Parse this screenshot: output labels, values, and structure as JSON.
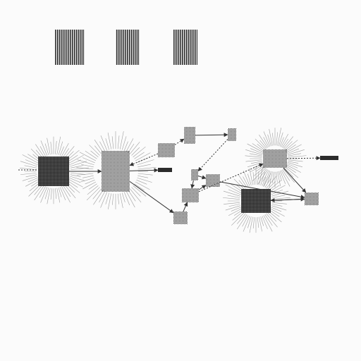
{
  "colors": {
    "background": "#fbfbfb",
    "block_fill": "#4a4a4a",
    "block_dark": "#2b2b2b",
    "edge": "#333333"
  },
  "legend_blocks": [
    {
      "id": "legend-block-1"
    },
    {
      "id": "legend-block-2"
    },
    {
      "id": "legend-block-3"
    }
  ],
  "nodes": [
    {
      "id": "n1",
      "style": "radiant-dark"
    },
    {
      "id": "n2",
      "style": "radiant"
    },
    {
      "id": "n3",
      "style": "dither"
    },
    {
      "id": "n4",
      "style": "dither"
    },
    {
      "id": "n5",
      "style": "dither"
    },
    {
      "id": "n6",
      "style": "dither"
    },
    {
      "id": "n7",
      "style": "dither"
    },
    {
      "id": "n8",
      "style": "dither"
    },
    {
      "id": "n9",
      "style": "dither"
    },
    {
      "id": "n10",
      "style": "radiant"
    },
    {
      "id": "n11",
      "style": "radiant-dark"
    },
    {
      "id": "n12",
      "style": "dither"
    },
    {
      "id": "n13",
      "style": "bar"
    },
    {
      "id": "n14",
      "style": "bar"
    }
  ],
  "edges": [
    {
      "from": "n1",
      "to": "n2",
      "style": "solid"
    },
    {
      "from": "n3",
      "to": "n2",
      "style": "dashed"
    },
    {
      "from": "n2",
      "to": "n13",
      "style": "solid"
    },
    {
      "from": "n3",
      "to": "n4",
      "style": "dashed"
    },
    {
      "from": "n4",
      "to": "n5",
      "style": "solid"
    },
    {
      "from": "n5",
      "to": "n6",
      "style": "dashed"
    },
    {
      "from": "n6",
      "to": "n7",
      "style": "solid"
    },
    {
      "from": "n8",
      "to": "n7",
      "style": "solid"
    },
    {
      "from": "n6",
      "to": "n8",
      "style": "solid"
    },
    {
      "from": "n9",
      "to": "n8",
      "style": "solid"
    },
    {
      "from": "n2",
      "to": "n9",
      "style": "solid"
    },
    {
      "from": "n8",
      "to": "n10",
      "style": "dashed"
    },
    {
      "from": "n10",
      "to": "n14",
      "style": "dashed"
    },
    {
      "from": "n10",
      "to": "n12",
      "style": "solid"
    },
    {
      "from": "n11",
      "to": "n12",
      "style": "solid"
    },
    {
      "from": "n12",
      "to": "n11",
      "style": "solid"
    },
    {
      "from": "n7",
      "to": "n12",
      "style": "solid"
    }
  ]
}
